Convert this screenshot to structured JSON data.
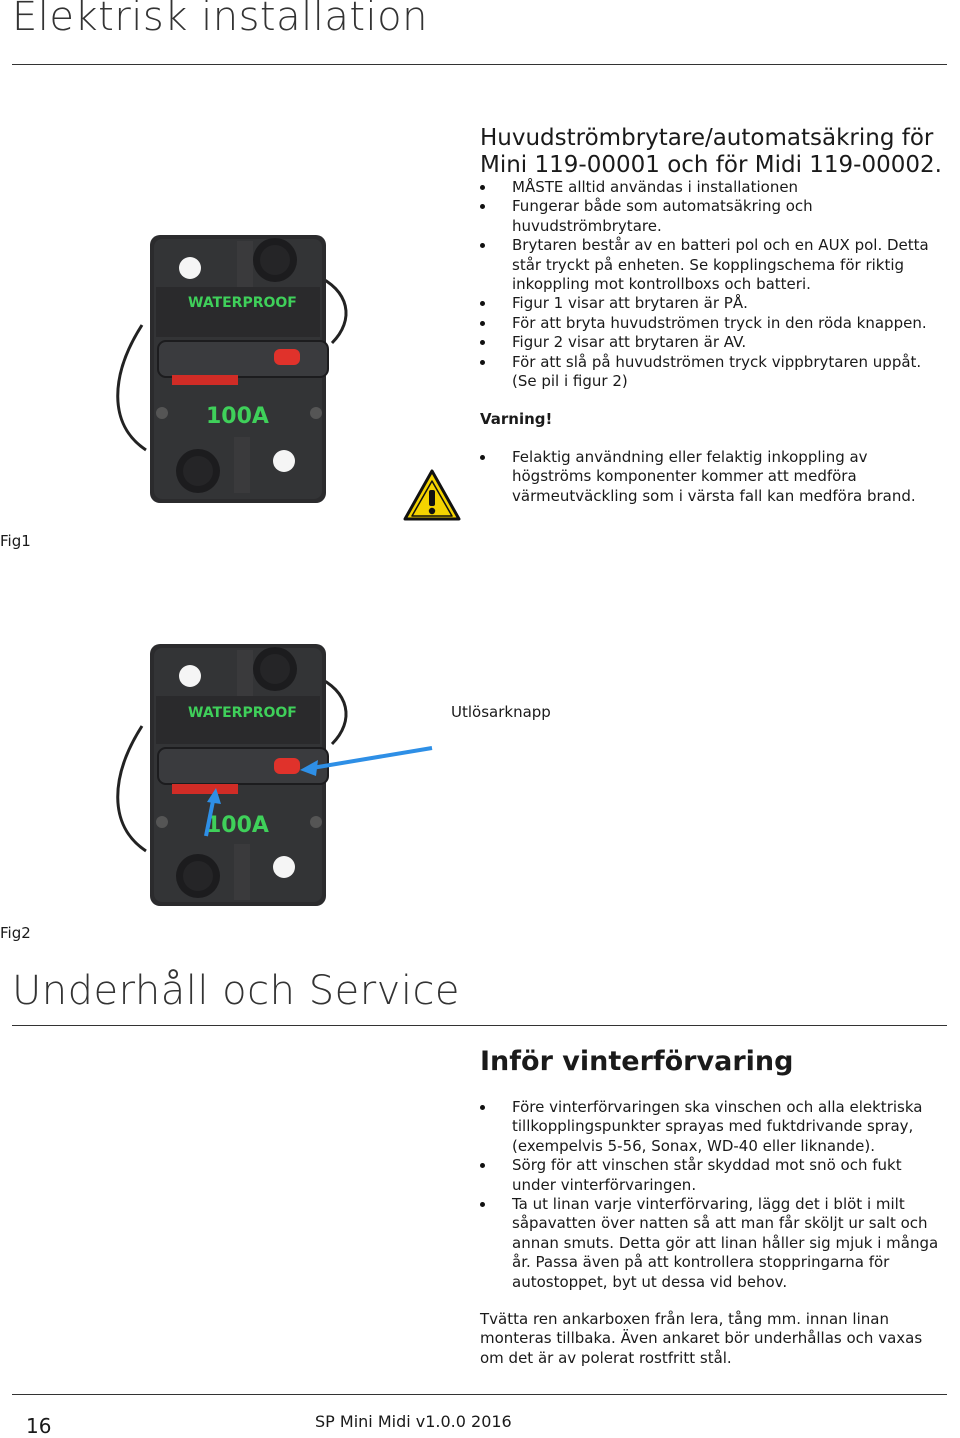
{
  "section1": {
    "title": "Elektrisk installation",
    "subtitle_line1": "Huvudströmbrytare/automatsäkring för",
    "subtitle_line2": "Mini 119-00001 och för Midi 119-00002.",
    "bullets": [
      "MÅSTE alltid användas i installationen",
      "Fungerar både som automatsäkring och huvudströmbrytare.",
      "Brytaren består av en batteri pol och en AUX pol. Detta står tryckt på enheten. Se kopplingschema för riktig inkoppling mot kontrollboxs och batteri.",
      "Figur 1 visar att brytaren är PÅ.",
      "För att bryta huvudströmen tryck in den röda knappen.",
      "Figur 2 visar att brytaren är AV.",
      "För att slå på huvudströmen tryck vippbrytaren uppåt. (Se pil i figur 2)"
    ],
    "warning_heading": "Varning!",
    "warning_bullets": [
      "Felaktig användning eller felaktig inkoppling av högströms komponenter kommer att medföra värmeutväckling som i värsta fall kan medföra brand."
    ]
  },
  "figures": {
    "fig1_caption": "Fig1",
    "fig2_caption": "Fig2",
    "fig2_callout": "Utlösarknapp",
    "device_waterproof": "WATERPROOF",
    "device_rating": "100A"
  },
  "section2": {
    "title": "Underhåll och Service",
    "subtitle": "Inför vinterförvaring",
    "bullets": [
      "Före vinterförvaringen ska vinschen och alla elektriska tillkopplingspunkter sprayas med fuktdrivande spray, (exempelvis 5-56, Sonax, WD-40 eller liknande).",
      "Sörg för att vinschen står skyddad mot snö och fukt under vinterförvaringen.",
      "Ta ut linan varje vinterförvaring, lägg det i blöt i milt såpavatten över natten så att man får sköljt ur salt och annan smuts. Detta gör att linan håller sig mjuk i många år. Passa även på att kontrollera stoppringarna för autostoppet, byt ut dessa vid behov."
    ],
    "paragraph": "Tvätta ren ankarboxen från lera, tång mm. innan linan monteras tillbaka. Även ankaret bör underhållas och vaxas om det är av polerat rostfritt stål."
  },
  "footer": {
    "page_number": "16",
    "doc_title": "SP Mini Midi v1.0.0 2016"
  },
  "colors": {
    "callout_arrow": "#2e8fe6",
    "device_red": "#e0322b",
    "warning_yellow": "#f4d300"
  }
}
